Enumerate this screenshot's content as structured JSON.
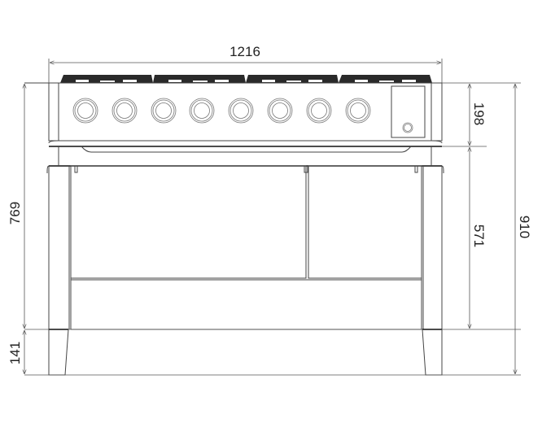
{
  "drawing": {
    "subject": "Range cooker front elevation",
    "units": "mm",
    "colors": {
      "line": "#444444",
      "dim": "#555555",
      "grate": "#2a2a2a",
      "text": "#222222"
    }
  },
  "dimensions": {
    "overall_width": "1216",
    "control_panel_height": "198",
    "oven_height": "571",
    "total_height": "910",
    "body_height": "769",
    "leg_height": "141"
  },
  "components": {
    "burner_grates": 4,
    "control_knobs": 8,
    "ovens": 2,
    "display_panel": 1
  }
}
